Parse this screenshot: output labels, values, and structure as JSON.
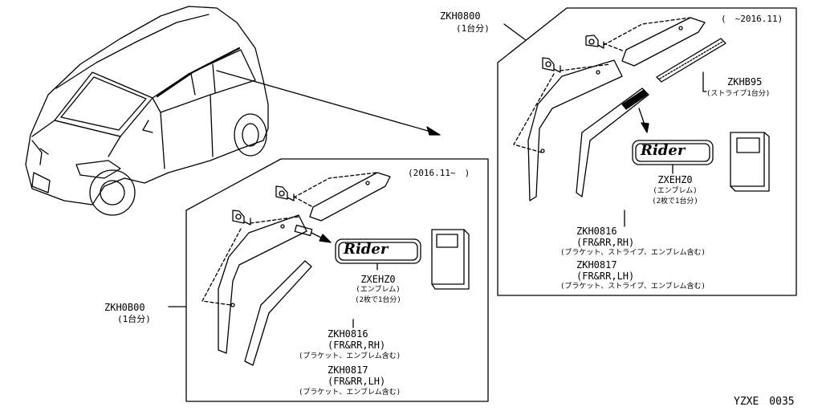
{
  "old_kit": {
    "part_no": "ZKH0800",
    "qty": "(1台分)",
    "period": "(　~2016.11)",
    "stripe_part_no": "ZKHB95",
    "stripe_desc": "(ストライプ1台分)",
    "emblem_part_no": "ZXEHZ0",
    "emblem_desc1": "(エンブレム)",
    "emblem_desc2": "(2枚で1台分)",
    "rh_part_no": "ZKH0816",
    "rh_side": "(FR&RR,RH)",
    "rh_desc": "(ブラケット、ストライプ、エンブレム含む)",
    "lh_part_no": "ZKH0817",
    "lh_side": "(FR&RR,LH)",
    "lh_desc": "(ブラケット、ストライプ、エンブレム含む)",
    "emblem_text": "Rider"
  },
  "new_kit": {
    "part_no": "ZKH0B00",
    "qty": "(1台分)",
    "period": "(2016.11~　)",
    "emblem_part_no": "ZXEHZ0",
    "emblem_desc1": "(エンブレム)",
    "emblem_desc2": "(2枚で1台分)",
    "rh_part_no": "ZKH0816",
    "rh_side": "(FR&RR,RH)",
    "rh_desc": "(ブラケット、エンブレム含む)",
    "lh_part_no": "ZKH0817",
    "lh_side": "(FR&RR,LH)",
    "lh_desc": "(ブラケット、エンブレム含む)",
    "emblem_text": "Rider"
  },
  "diagram_code": "YZXE　0035"
}
